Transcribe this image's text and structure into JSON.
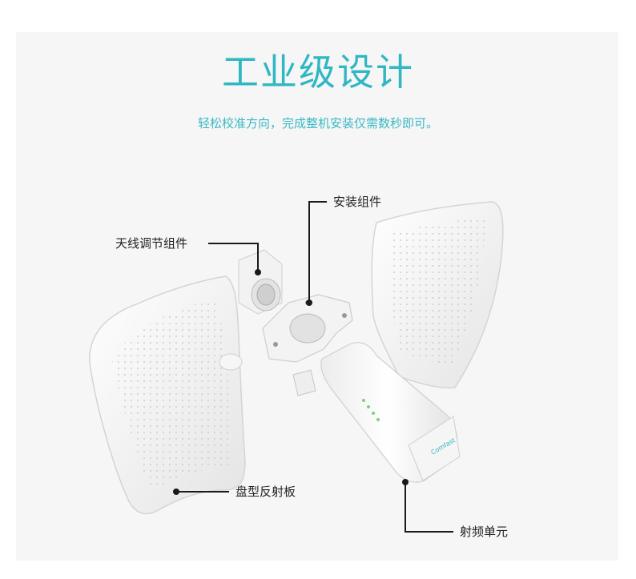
{
  "header": {
    "title": "工业级设计",
    "subtitle": "轻松校准方向，完成整机安装仅需数秒即可。"
  },
  "callouts": {
    "mount_assembly": "安装组件",
    "antenna_adjust": "天线调节组件",
    "dish_reflector": "盘型反射板",
    "rf_unit": "射频单元"
  },
  "device": {
    "logo_text": "Comfast"
  },
  "colors": {
    "accent": "#2fb7c3",
    "line": "#1a1a1a"
  }
}
